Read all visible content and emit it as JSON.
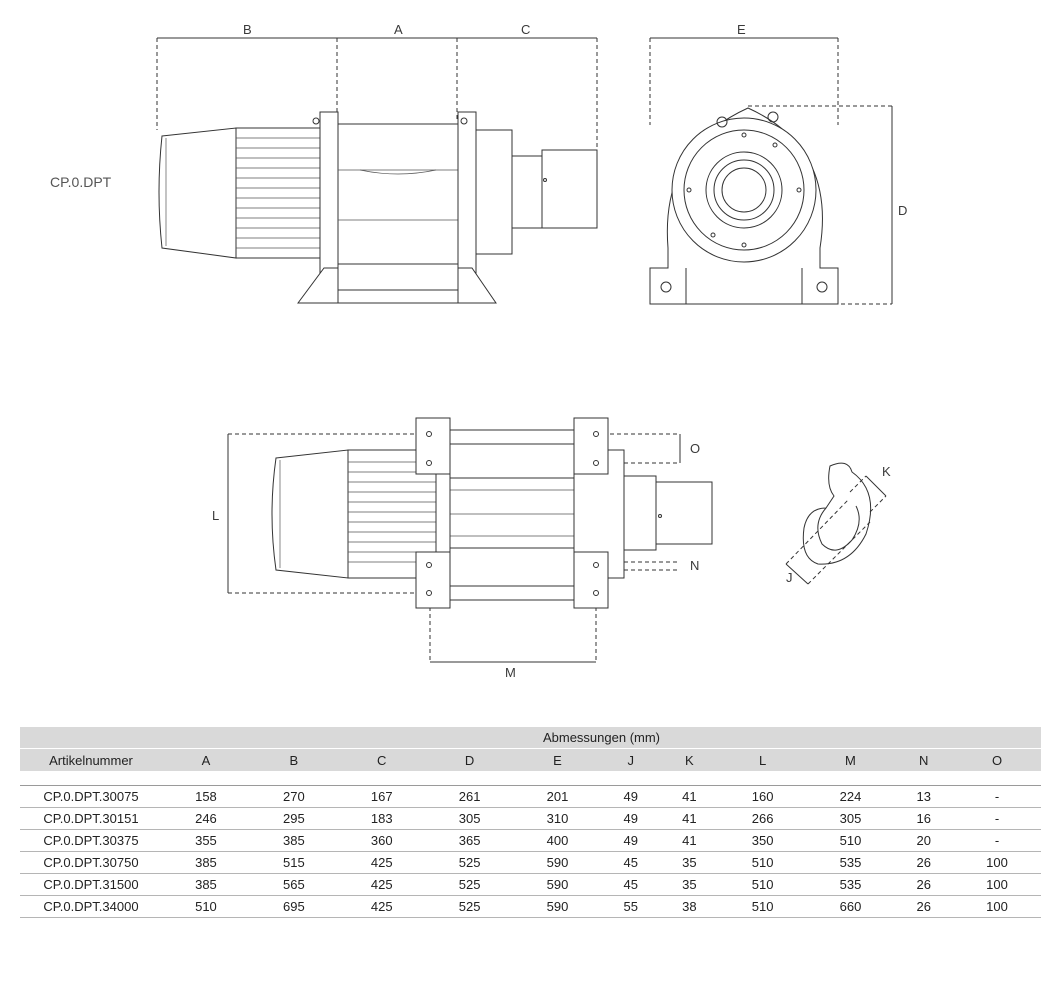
{
  "model_label": "CP.0.DPT",
  "dimension_labels": {
    "A": "A",
    "B": "B",
    "C": "C",
    "D": "D",
    "E": "E",
    "J": "J",
    "K": "K",
    "L": "L",
    "M": "M",
    "N": "N",
    "O": "O"
  },
  "table": {
    "group_header": "Abmessungen (mm)",
    "columns": [
      "Artikelnummer",
      "A",
      "B",
      "C",
      "D",
      "E",
      "J",
      "K",
      "L",
      "M",
      "N",
      "O"
    ],
    "rows": [
      [
        "CP.0.DPT.30075",
        "158",
        "270",
        "167",
        "261",
        "201",
        "49",
        "41",
        "160",
        "224",
        "13",
        "-"
      ],
      [
        "CP.0.DPT.30151",
        "246",
        "295",
        "183",
        "305",
        "310",
        "49",
        "41",
        "266",
        "305",
        "16",
        "-"
      ],
      [
        "CP.0.DPT.30375",
        "355",
        "385",
        "360",
        "365",
        "400",
        "49",
        "41",
        "350",
        "510",
        "20",
        "-"
      ],
      [
        "CP.0.DPT.30750",
        "385",
        "515",
        "425",
        "525",
        "590",
        "45",
        "35",
        "510",
        "535",
        "26",
        "100"
      ],
      [
        "CP.0.DPT.31500",
        "385",
        "565",
        "425",
        "525",
        "590",
        "45",
        "35",
        "510",
        "535",
        "26",
        "100"
      ],
      [
        "CP.0.DPT.34000",
        "510",
        "695",
        "425",
        "525",
        "590",
        "55",
        "38",
        "510",
        "660",
        "26",
        "100"
      ]
    ]
  }
}
